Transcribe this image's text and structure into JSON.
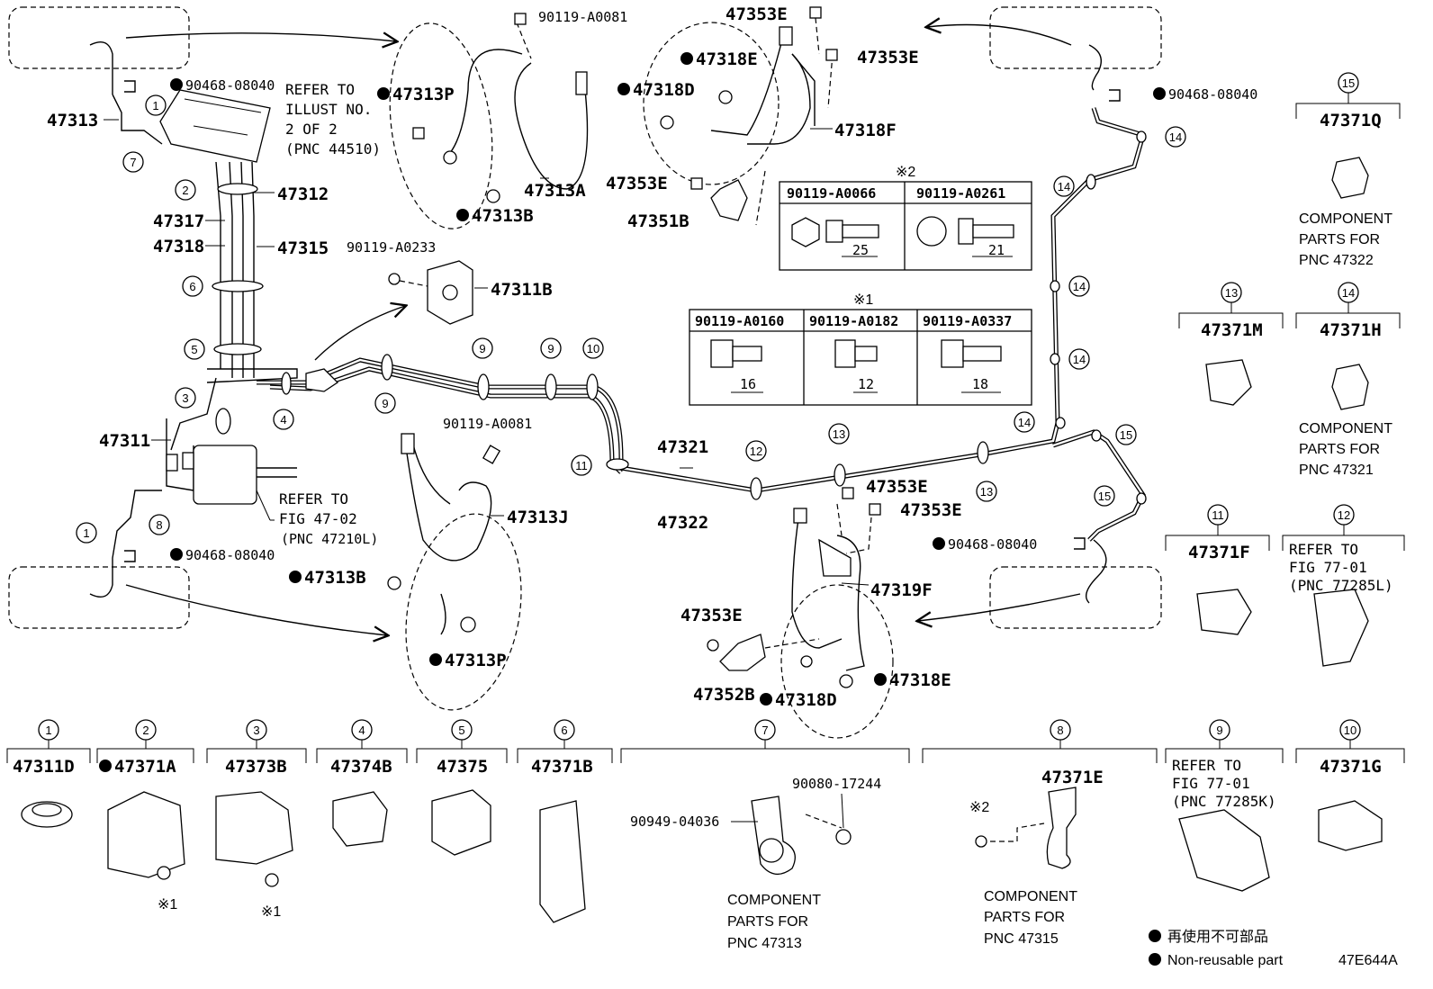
{
  "diagram_id": "47E644A",
  "legend": {
    "jp": "再使用不可部品",
    "en": "Non-reusable part"
  },
  "main_labels": {
    "p47313": "47313",
    "p47312": "47312",
    "p47317": "47317",
    "p47318": "47318",
    "p47315": "47315",
    "p47311": "47311",
    "p47321": "47321",
    "p47322": "47322",
    "p47313P_top": "47313P",
    "p47313B_top": "47313B",
    "p47313A": "47313A",
    "p47311B": "47311B",
    "p47313J": "47313J",
    "p47313B_low": "47313B",
    "p47313P_low": "47313P",
    "p47318E_top": "47318E",
    "p47318D_top": "47318D",
    "p47318F": "47318F",
    "p47353E_a": "47353E",
    "p47353E_b": "47353E",
    "p47353E_c": "47353E",
    "p47351B": "47351B",
    "p47353E_d": "47353E",
    "p47353E_e": "47353E",
    "p47319F": "47319F",
    "p47353E_f": "47353E",
    "p47352B": "47352B",
    "p47318D_low": "47318D",
    "p47318E_low": "47318E",
    "b90468_a": "90468-08040",
    "b90468_b": "90468-08040",
    "b90468_c": "90468-08040",
    "b90468_d": "90468-08040",
    "b90119_0081_top": "90119-A0081",
    "b90119_0081_low": "90119-A0081",
    "b90119_0233": "90119-A0233"
  },
  "refer_top": [
    "REFER TO",
    "ILLUST NO.",
    "2 OF 2",
    "(PNC 44510)"
  ],
  "refer_fig4702": [
    "REFER TO",
    "FIG 47-02",
    "(PNC 47210L)"
  ],
  "table_note2": {
    "mark": "※2",
    "cols": [
      "90119-A0066",
      "90119-A0261"
    ],
    "dims": [
      "25",
      "21"
    ]
  },
  "table_note1": {
    "mark": "※1",
    "cols": [
      "90119-A0160",
      "90119-A0182",
      "90119-A0337"
    ],
    "dims": [
      "16",
      "12",
      "18"
    ]
  },
  "right_panel": {
    "c15": {
      "num": "15",
      "part": "47371Q",
      "note": [
        "COMPONENT",
        "PARTS FOR",
        "PNC 47322"
      ]
    },
    "c13": {
      "num": "13",
      "part": "47371M"
    },
    "c14": {
      "num": "14",
      "part": "47371H",
      "note": [
        "COMPONENT",
        "PARTS FOR",
        "PNC 47321"
      ]
    },
    "c11": {
      "num": "11",
      "part": "47371F"
    },
    "c12": {
      "num": "12",
      "ref": [
        "REFER TO",
        "FIG 77-01",
        "(PNC 77285L)"
      ]
    }
  },
  "bottom_panel": [
    {
      "num": "1",
      "part": "47311D"
    },
    {
      "num": "2",
      "part": "47371A",
      "note": "※1"
    },
    {
      "num": "3",
      "part": "47373B",
      "note": "※1"
    },
    {
      "num": "4",
      "part": "47374B"
    },
    {
      "num": "5",
      "part": "47375"
    },
    {
      "num": "6",
      "part": "47371B"
    },
    {
      "num": "7",
      "parts": [
        "90949-04036",
        "90080-17244"
      ],
      "note": [
        "COMPONENT",
        "PARTS FOR",
        "PNC 47313"
      ]
    },
    {
      "num": "8",
      "part": "47371E",
      "mark": "※2",
      "note": [
        "COMPONENT",
        "PARTS FOR",
        "PNC 47315"
      ]
    },
    {
      "num": "9",
      "ref": [
        "REFER TO",
        "FIG 77-01",
        "(PNC 77285K)"
      ]
    },
    {
      "num": "10",
      "part": "47371G"
    }
  ],
  "callouts": [
    "1",
    "7",
    "2",
    "6",
    "5",
    "3",
    "4",
    "8",
    "1",
    "9",
    "9",
    "9",
    "10",
    "11",
    "12",
    "13",
    "13",
    "14",
    "14",
    "14",
    "14",
    "14",
    "15",
    "15"
  ]
}
